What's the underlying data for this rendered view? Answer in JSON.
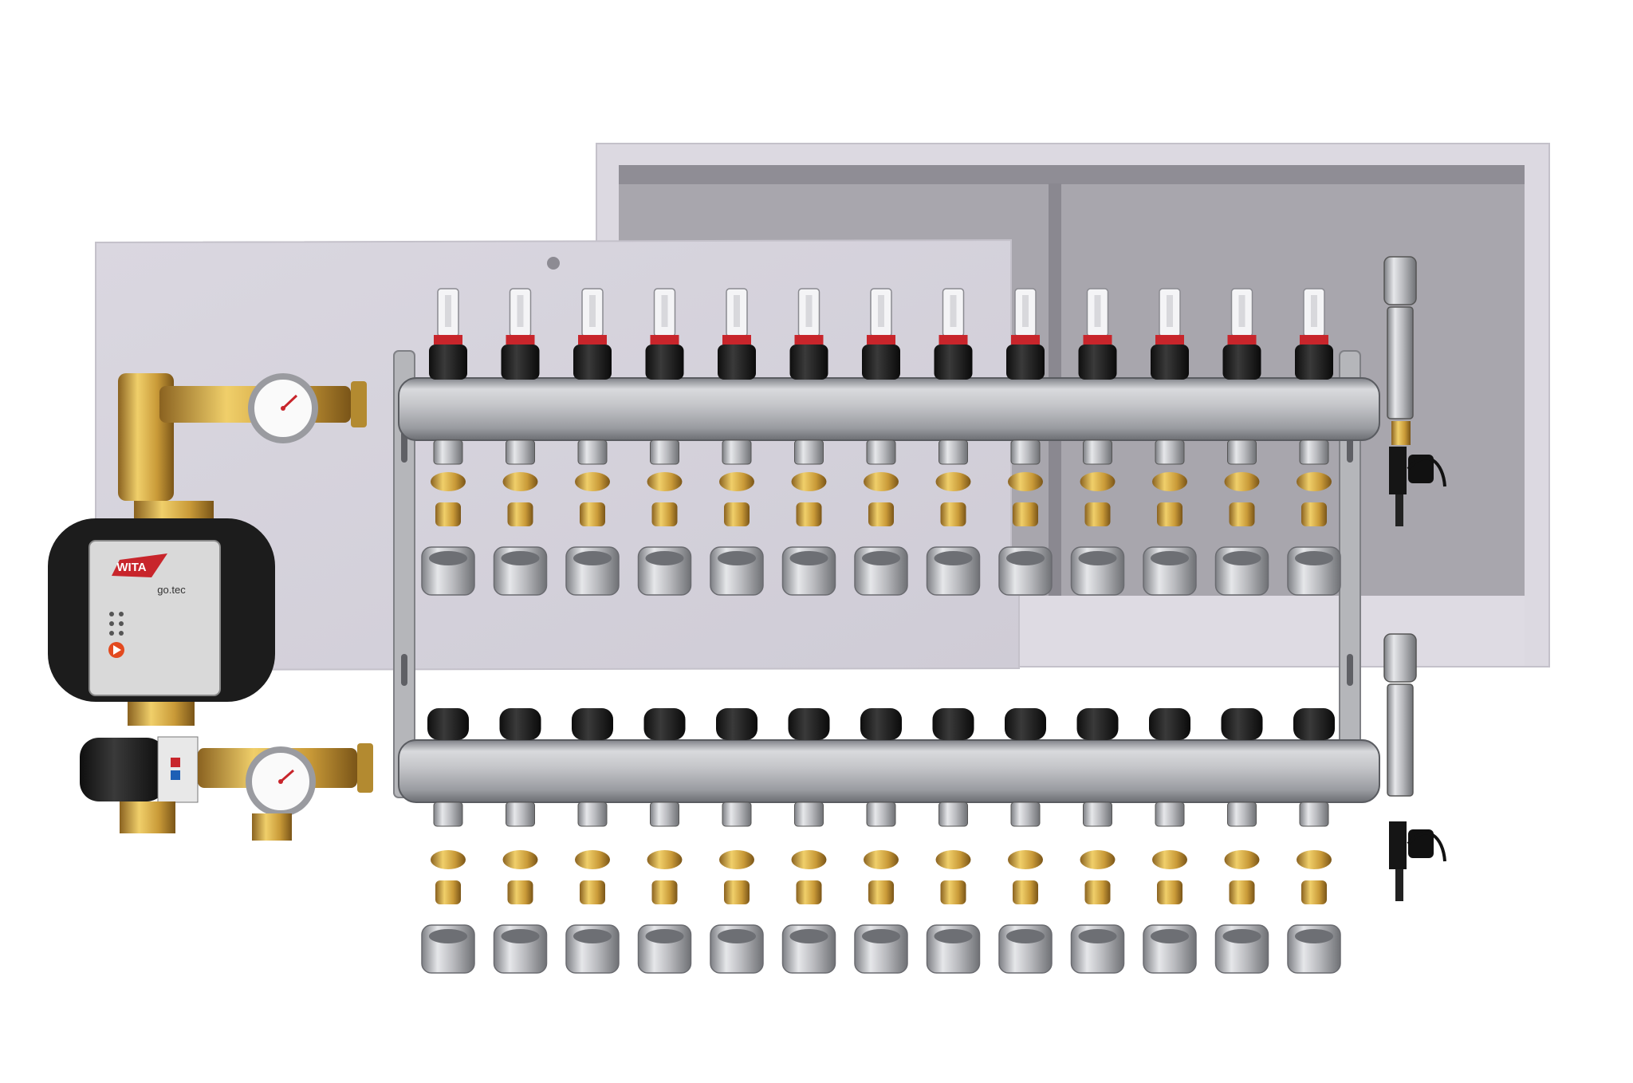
{
  "scene": {
    "pump_brand": "WITA",
    "pump_model": "go.tec"
  },
  "manifold": {
    "circuits": 13
  },
  "colors": {
    "background": "#ffffff",
    "cabinet_frame": "#dddae2",
    "cabinet_interior": "#a9a7ae",
    "cabinet_door": "#d4d1db",
    "steel": "#c7c8cc",
    "brass": "#c9a043",
    "pump_black": "#1c1c1c",
    "flow_red": "#c8252b"
  }
}
